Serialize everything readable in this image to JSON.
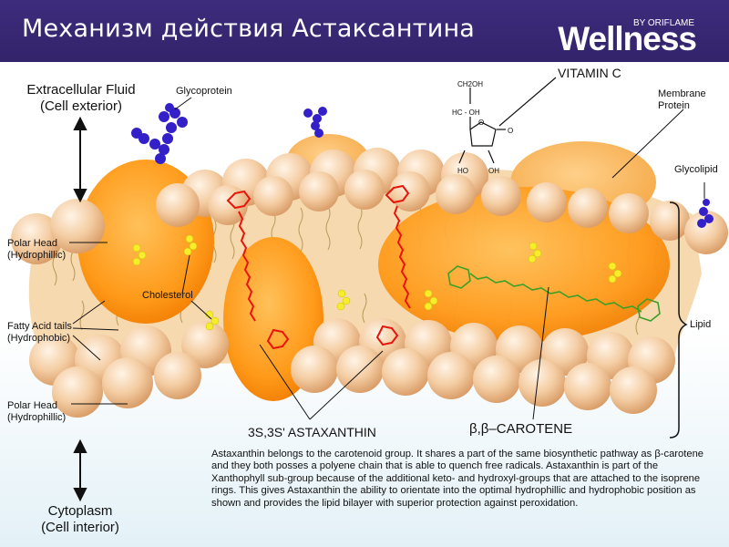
{
  "header": {
    "title": "Механизм действия Астаксантина",
    "brand": "Wellness",
    "brand_sub": "BY ORIFLAME"
  },
  "labels": {
    "extracellular": "Extracellular Fluid",
    "extracellular_sub": "(Cell exterior)",
    "glycoprotein": "Glycoprotein",
    "vitamin_c": "VITAMIN C",
    "membrane_protein": "Membrane",
    "membrane_protein_2": "Protein",
    "glycolipid": "Glycolipid",
    "polar_head_top": "Polar Head",
    "polar_head_top_sub": "(Hydrophillic)",
    "cholesterol": "Cholesterol",
    "fatty_acid": "Fatty Acid tails",
    "fatty_acid_sub": "(Hydrophobic)",
    "polar_head_bottom": "Polar Head",
    "polar_head_bottom_sub": "(Hydrophillic)",
    "lipid": "Lipid",
    "astaxanthin": "3S,3S' ASTAXANTHIN",
    "carotene": "β,β–CAROTENE",
    "cytoplasm": "Cytoplasm",
    "cytoplasm_sub": "(Cell interior)",
    "vc_ch2oh": "CH2OH",
    "vc_hcoh": "HC - OH",
    "vc_o_ring": "O",
    "vc_o_keto": "O",
    "vc_ho": "HO",
    "vc_oh": "OH"
  },
  "caption": "Astaxanthin belongs to the carotenoid group. It shares a part of the same biosynthetic pathway as β-carotene and they both posses a polyene chain that is able to quench free radicals.  Astaxanthin is part of the Xanthophyll sub-group because of the additional keto- and hydroxyl-groups that are attached to the isoprene rings. This gives Astaxanthin the ability to orientate into the optimal hydrophillic and hydrophobic position as shown and provides the lipid bilayer with superior protection against peroxidation.",
  "colors": {
    "header_bg": "#3a2a78",
    "sphere": "#f3c79b",
    "protein": "#ff9a1a",
    "astaxanthin": "#e8140a",
    "carotene": "#3aa028",
    "cholesterol": "#f6ee2a",
    "glyco": "#3320c8"
  }
}
